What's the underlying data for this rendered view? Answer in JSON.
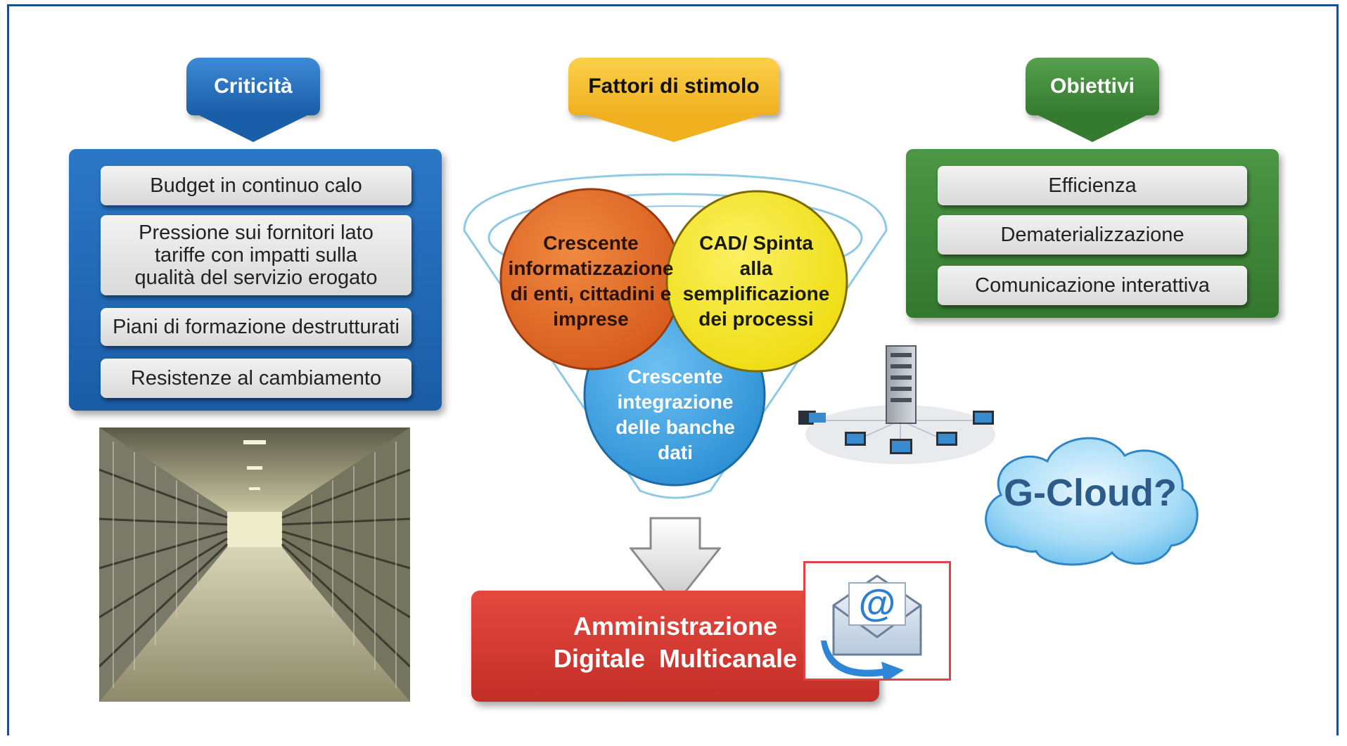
{
  "criticita": {
    "title": "Criticità",
    "items": [
      "Budget in continuo calo",
      "Pressione sui fornitori lato tariffe con impatti sulla qualità del servizio erogato",
      "Piani di formazione destrutturati",
      "Resistenze al cambiamento"
    ],
    "image": "archive-corridor-photo"
  },
  "fattori": {
    "title": "Fattori di stimolo",
    "circles": [
      "Crescente informatizzazione di enti, cittadini e imprese",
      "CAD/ Spinta alla semplificazione dei processi",
      "Crescente integrazione delle banche dati"
    ]
  },
  "obiettivi": {
    "title": "Obiettivi",
    "items": [
      "Efficienza",
      "Dematerializzazione",
      "Comunicazione interattiva"
    ]
  },
  "result": {
    "label_line1": "Amministrazione",
    "label_line2": "Digitale  Multicanale",
    "icon": "email-icon"
  },
  "cloud": {
    "label": "G-Cloud?",
    "network_icon": "server-network-icon"
  },
  "colors": {
    "blue": "#1f6fb8",
    "yellow": "#f4c430",
    "green": "#3f8a3a",
    "orange": "#e06a2a",
    "circle_yellow": "#f7e71f",
    "circle_blue": "#3aa0e0",
    "red": "#d93a34",
    "cloud": "#8fd0f4"
  }
}
